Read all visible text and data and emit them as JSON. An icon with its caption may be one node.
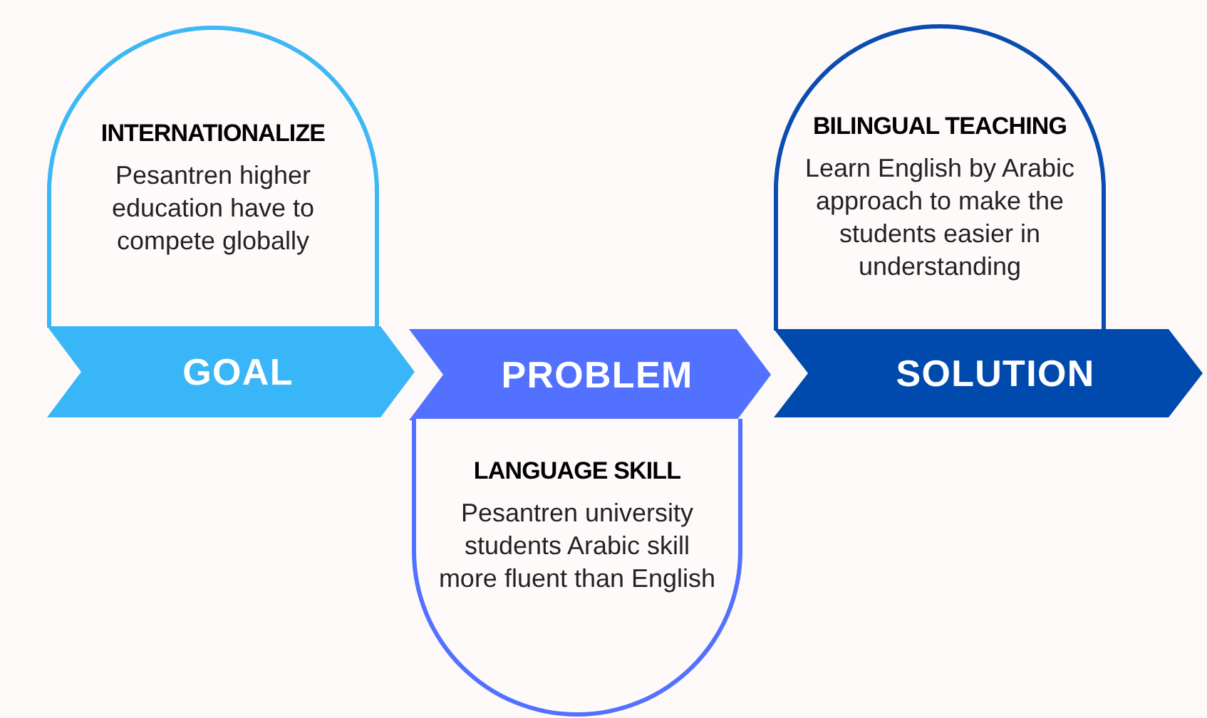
{
  "diagram": {
    "nodes": [
      {
        "text": [
          "INTERNATIONALIZE",
          "Pesantren higher education have to compete globally"
        ]
      },
      {
        "text": [
          "GOAL"
        ]
      },
      {
        "text": [
          "PROBLEM"
        ]
      },
      {
        "text": [
          "LANGUAGE SKILL",
          "Pesantren university students Arabic skill more fluent than English"
        ]
      },
      {
        "text": [
          "BILINGUAL TEACHING",
          "Learn English by Arabic approach to make the students easier in understanding"
        ]
      },
      {
        "text": [
          "SOLUTION"
        ]
      }
    ]
  }
}
